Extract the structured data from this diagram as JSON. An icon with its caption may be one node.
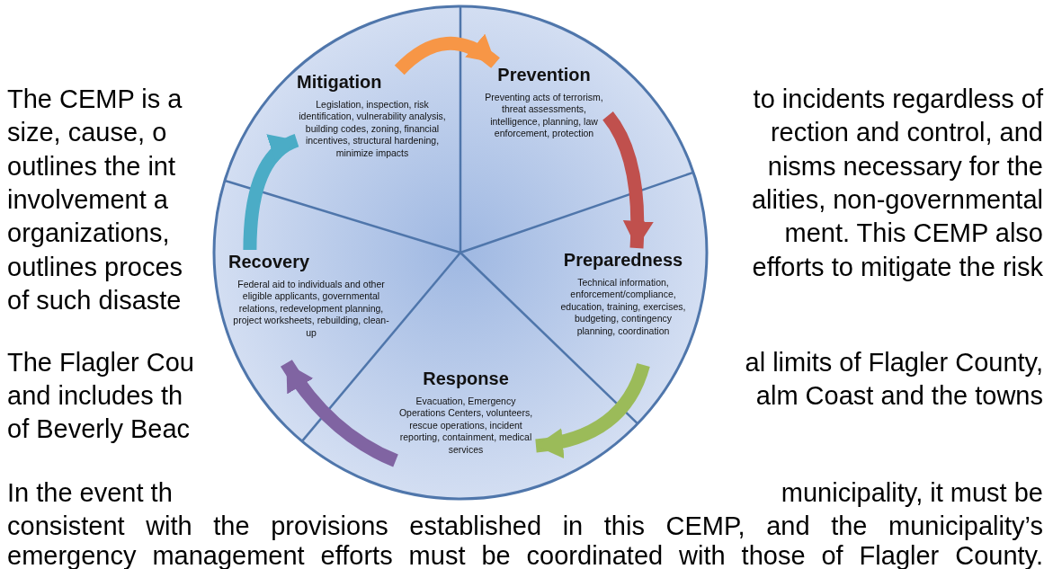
{
  "diagram": {
    "nodes": [
      {
        "text": [],
        "shape": "circle"
      },
      {
        "text": [
          "Mitigation",
          "Legislation, inspection, risk identification, vulnerability analysis, building codes, zoning, financial incentives, structural hardening, minimize impacts"
        ],
        "in": 0
      },
      {
        "text": [
          "Prevention",
          "Preventing acts of terrorism, threat assessments, intelligence, planning, law enforcement, protection"
        ],
        "in": 0
      },
      {
        "text": [
          "Preparedness",
          "Technical information, enforcement/compliance, education,  training, exercises, budgeting, contingency planning, coordination"
        ],
        "in": 0
      },
      {
        "text": [
          "Response",
          "Evacuation, Emergency Operations Centers, volunteers,  rescue operations, incident reporting, containment, medical services"
        ],
        "in": 0
      },
      {
        "text": [
          "Recovery",
          "Federal aid to individuals and other eligible applicants, governmental relations, redevelopment planning, project worksheets, rebuilding, clean-up"
        ],
        "in": 0
      }
    ],
    "edges": [
      {
        "from": 1,
        "to": 2,
        "arrow": "to",
        "color": "#f79646"
      },
      {
        "from": 2,
        "to": 3,
        "arrow": "to",
        "color": "#c0504d"
      },
      {
        "from": 3,
        "to": 4,
        "arrow": "to",
        "color": "#9bbb59"
      },
      {
        "from": 4,
        "to": 5,
        "arrow": "to",
        "color": "#8064a2"
      },
      {
        "from": 5,
        "to": 1,
        "arrow": "to",
        "color": "#4bacc6"
      }
    ],
    "labels": [
      "The CEMP is a",
      "to incidents regardless of",
      "size, cause, o",
      "rection and control, and",
      "outlines the int",
      "nisms necessary for the",
      "involvement a",
      "alities, non-governmental",
      "organizations,",
      "ment. This CEMP also",
      "outlines proces",
      "efforts to mitigate the risk",
      "of such disaste",
      "The Flagler Cou",
      "al limits of Flagler County,",
      "and includes th",
      "alm Coast and the towns",
      "of Beverly Beac",
      "In the event th",
      "municipality, it must be",
      "consistent with the provisions established in this CEMP, and the municipality’s",
      "emergency management efforts must be coordinated with those of Flagler County."
    ]
  }
}
